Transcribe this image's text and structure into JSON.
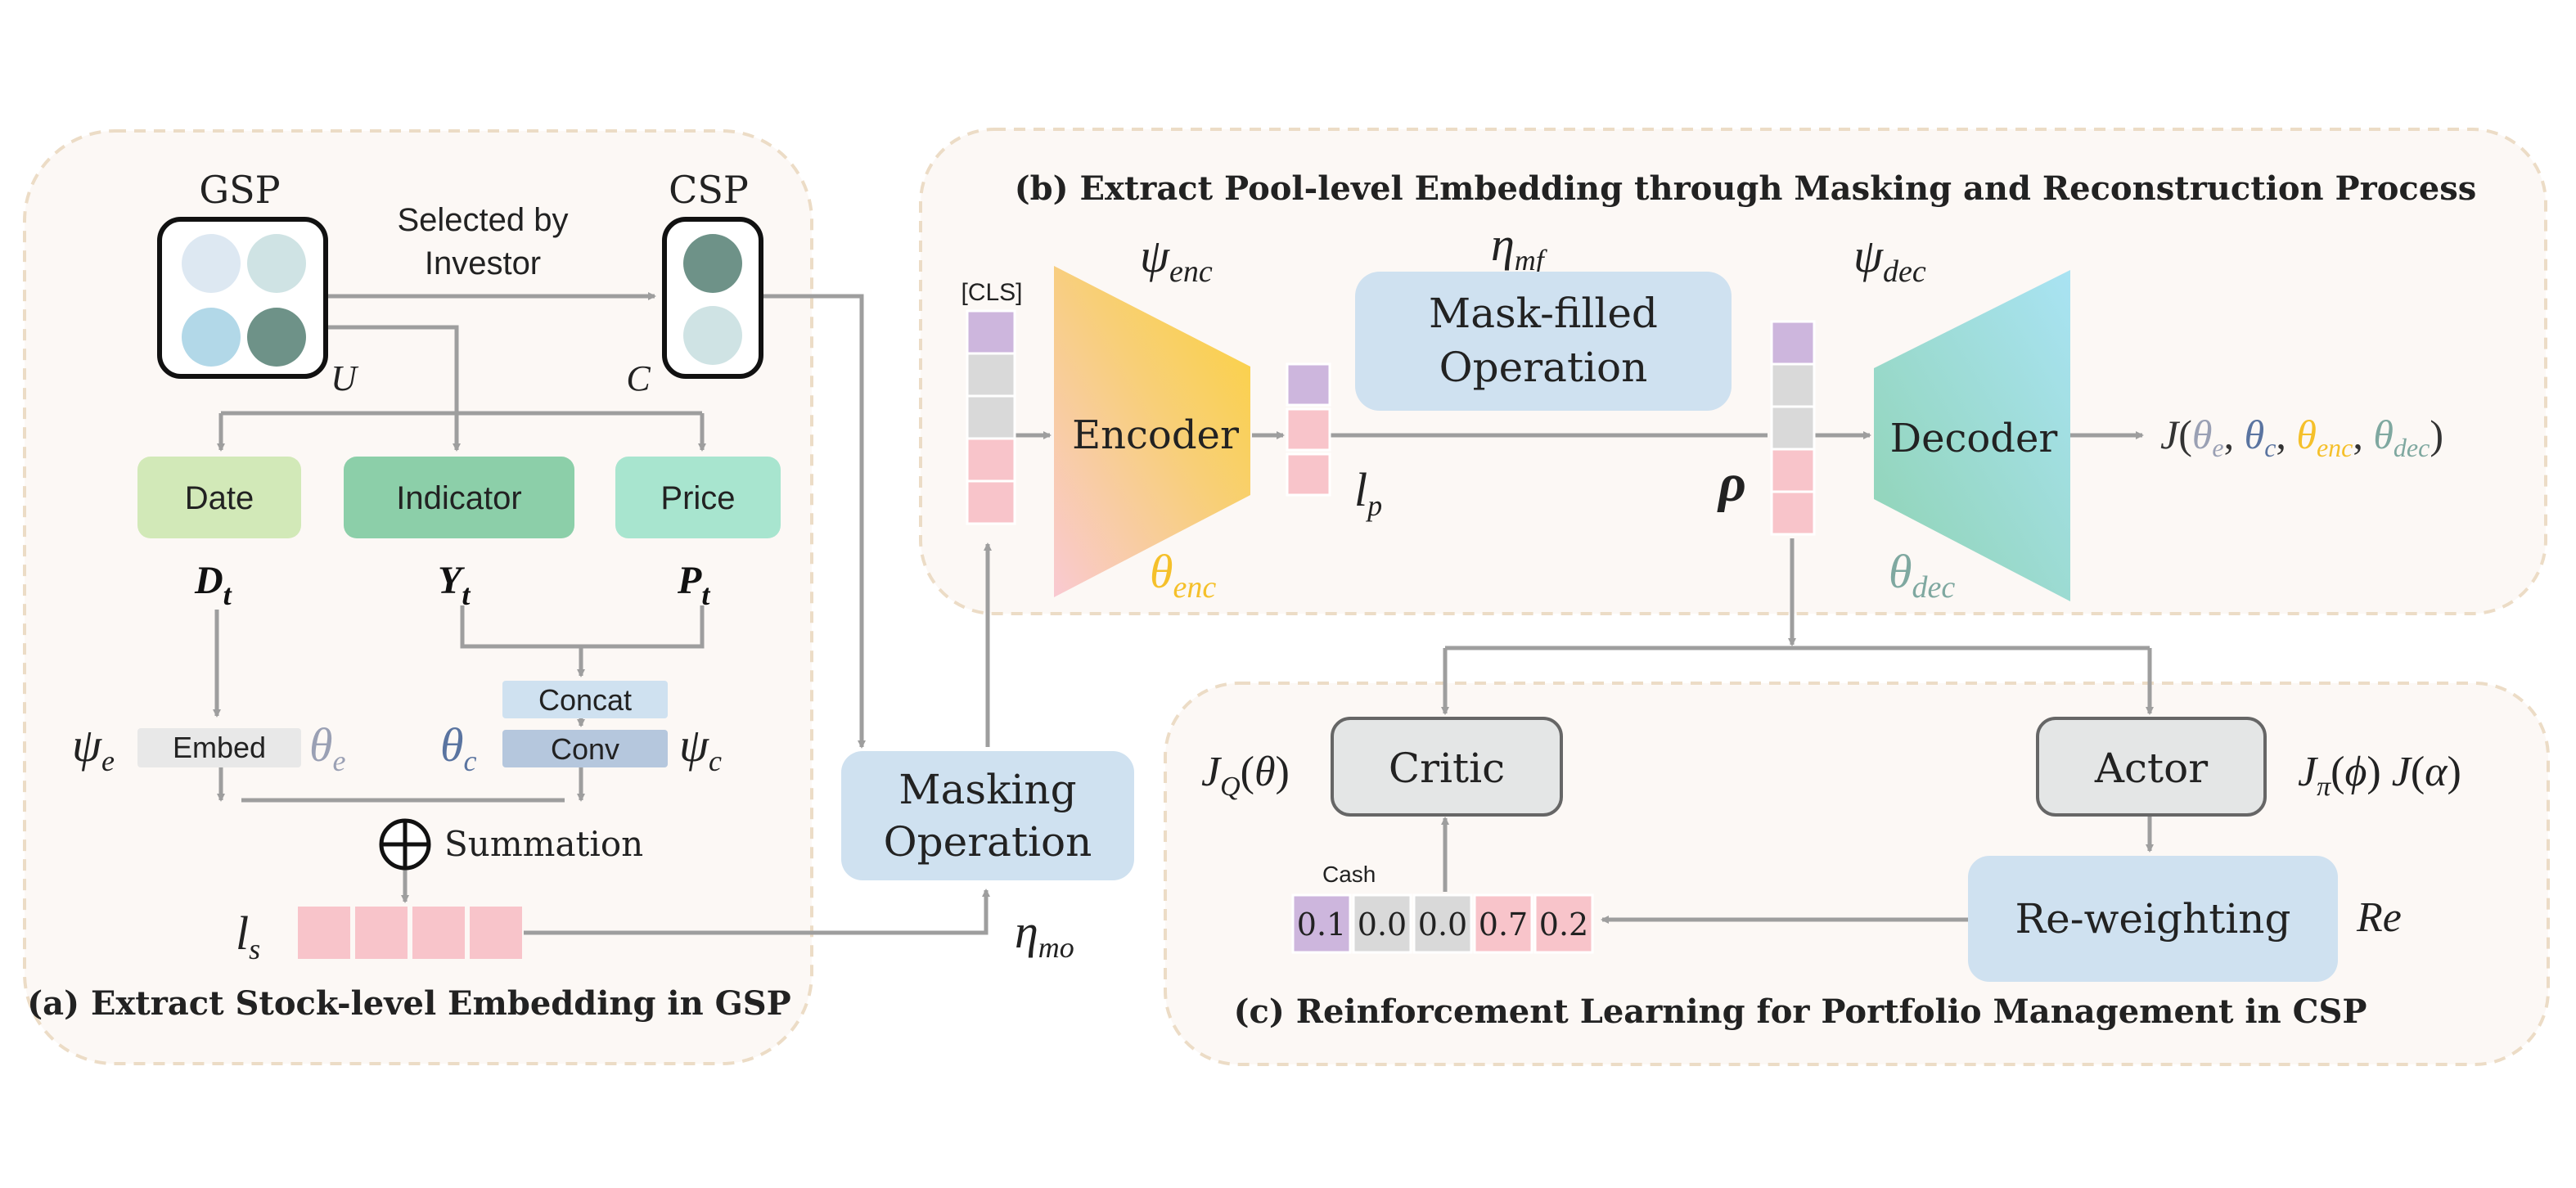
{
  "panels": {
    "a": {
      "caption": "(a) Extract Stock-level Embedding in GSP"
    },
    "b": {
      "caption": "(b) Extract Pool-level Embedding through Masking and Reconstruction Process"
    },
    "c": {
      "caption": "(c) Reinforcement Learning for Portfolio Management in CSP"
    }
  },
  "pools": {
    "gsp": {
      "label": "GSP",
      "var": "U"
    },
    "csp": {
      "label": "CSP",
      "var": "C"
    },
    "selected_by": "Selected by",
    "investor": "Investor"
  },
  "features": {
    "date": {
      "label": "Date",
      "var": "D",
      "sub": "t"
    },
    "indicator": {
      "label": "Indicator",
      "var": "Y",
      "sub": "t"
    },
    "price": {
      "label": "Price",
      "var": "P",
      "sub": "t"
    }
  },
  "ops": {
    "concat": "Concat",
    "conv": "Conv",
    "embed": "Embed",
    "summation": "Summation",
    "masking_line1": "Masking",
    "masking_line2": "Operation",
    "maskfilled_line1": "Mask-filled",
    "maskfilled_line2": "Operation",
    "encoder": "Encoder",
    "decoder": "Decoder",
    "cls": "[CLS]",
    "critic": "Critic",
    "actor": "Actor",
    "reweighting": "Re-weighting",
    "cash": "Cash"
  },
  "weights": [
    "0.1",
    "0.0",
    "0.0",
    "0.7",
    "0.2"
  ],
  "colors": {
    "panel_fill": "#fcf8f5",
    "panel_border": "#ecdcc6",
    "arrow": "#9e9e9e",
    "purple": "#cdb6dd",
    "gray_cell": "#d9d9d9",
    "pink": "#f8c4ca",
    "date": "#d2e9b8",
    "indicator": "#8ccfa9",
    "price": "#a8e5cf",
    "blue_box": "#cfe1f0",
    "conv": "#b5c7dd",
    "theta_e": "#9aa0b4",
    "theta_c": "#5a74a0",
    "theta_enc": "#f5c02a",
    "theta_dec": "#7fa8a0",
    "circle_light": "#dde8f2",
    "circle_mint": "#cfe3e4",
    "circle_blue": "#b2d8e8",
    "circle_dark": "#6e9288"
  }
}
